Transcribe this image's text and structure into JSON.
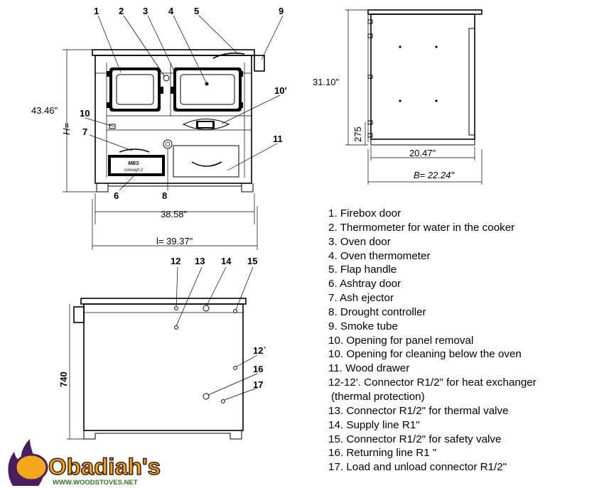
{
  "callouts": {
    "front": [
      "1",
      "2",
      "3",
      "4",
      "5",
      "9",
      "10'",
      "10",
      "7",
      "11",
      "6",
      "8"
    ],
    "back": [
      "12",
      "13",
      "14",
      "15",
      "12`",
      "16",
      "17"
    ]
  },
  "dimensions": {
    "front_height": "43.46\"",
    "front_h_symbol": "H=",
    "front_inner_width": "38.58\"",
    "front_overall_width": "l= 39.37\"",
    "side_height": "31.10\"",
    "side_low": "275",
    "side_inner_width": "20.47\"",
    "side_overall_width": "B= 22.24\"",
    "back_height": "740"
  },
  "nameplate": {
    "brand": "MBS",
    "model": "concept 2"
  },
  "legend": [
    "1. Firebox door",
    "2. Thermometer for water in the cooker",
    "3. Oven door",
    "4. Oven thermometer",
    "5. Flap handle",
    "6. Ashtray door",
    "7. Ash ejector",
    "8. Drought controller",
    "9. Smoke tube",
    "10. Opening for panel removal",
    "10. Opening for cleaning below the oven",
    "11. Wood drawer",
    "12-12'. Connector R1/2\" for heat exchanger",
    "(thermal protection)",
    "13. Connector R1/2\" for thermal valve",
    "14. Supply line R1\"",
    "15. Connector R1/2\" for safety valve",
    "16. Returning line R1 \"",
    "17. Load and unload connector R1/2\""
  ],
  "logo": {
    "text": "Obadiah's",
    "url": "WWW.WOODSTOVES.NET"
  },
  "colors": {
    "line": "#000000",
    "logo_orange": "#f2a71c",
    "logo_purple": "#4a1d5c",
    "logo_green": "#3b6e2a"
  }
}
